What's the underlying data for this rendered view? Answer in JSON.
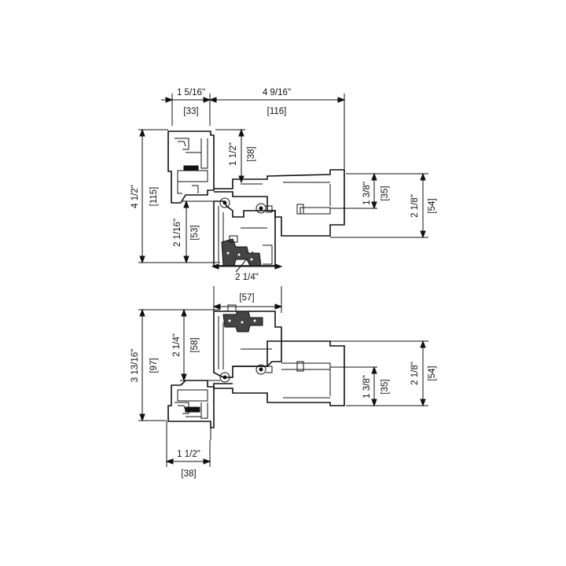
{
  "top_section": {
    "dim_top_left": "1 5/16\"",
    "dim_top_left_mm": "[33]",
    "dim_top_right": "4 9/16\"",
    "dim_top_right_mm": "[116]",
    "dim_height": "4 1/2\"",
    "dim_height_mm": "[115]",
    "dim_inner": "1 1/2\"",
    "dim_inner_mm": "[38]",
    "dim_lower": "2 1/16\"",
    "dim_lower_mm": "[53]",
    "dim_bottom": "2 1/4\"",
    "dim_right_a": "1 3/8\"",
    "dim_right_a_mm": "[35]",
    "dim_right_b": "2 1/8\"",
    "dim_right_b_mm": "[54]"
  },
  "bottom_section": {
    "dim_top_mm": "[57]",
    "dim_height": "3 13/16\"",
    "dim_height_mm": "[97]",
    "dim_inner": "2 1/4\"",
    "dim_inner_mm": "[58]",
    "dim_right_a": "1 3/8\"",
    "dim_right_a_mm": "[35]",
    "dim_right_b": "2 1/8\"",
    "dim_right_b_mm": "[54]",
    "dim_bottom": "1 1/2\"",
    "dim_bottom_mm": "[38]"
  }
}
